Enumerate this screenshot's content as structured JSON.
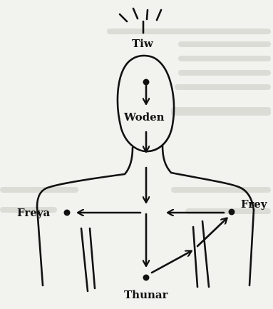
{
  "diagram": {
    "labels": {
      "crown": "Tiw",
      "head": "Woden",
      "left_shoulder": "Freya",
      "right_shoulder": "Frey",
      "base": "Thunar"
    }
  }
}
